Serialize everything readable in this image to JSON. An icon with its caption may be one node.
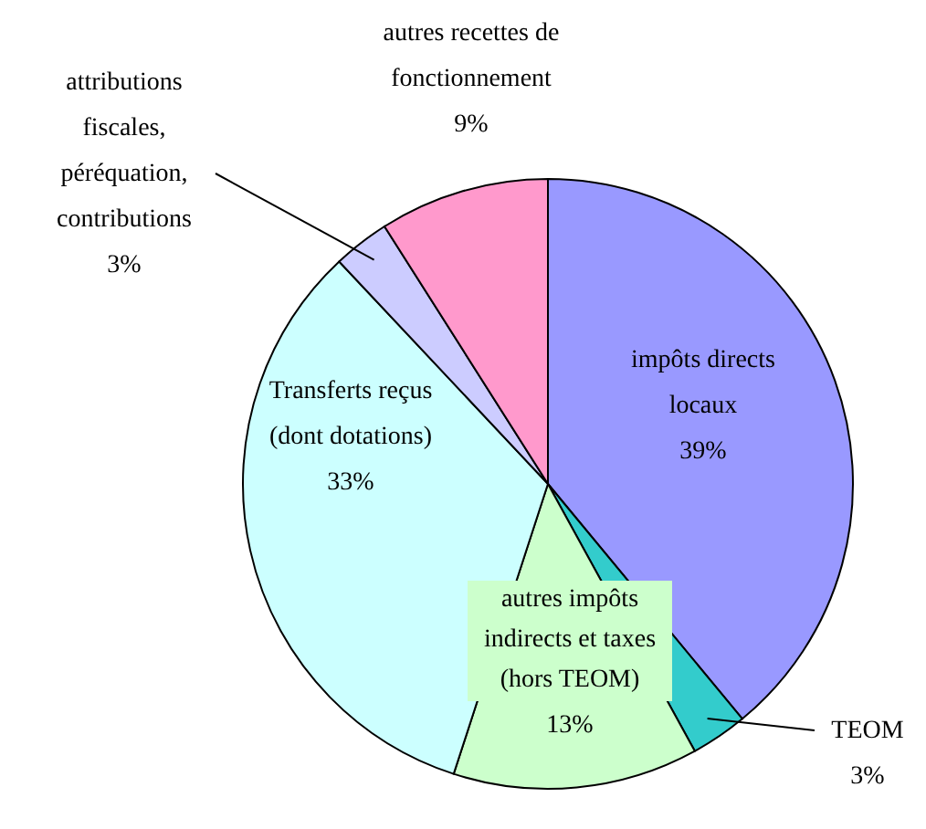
{
  "diagram": {
    "chart_data": {
      "type": "pie",
      "categories": [
        "impôts directs locaux",
        "TEOM",
        "autres impôts indirects et taxes (hors TEOM)",
        "Transferts reçus (dont dotations)",
        "attributions fiscales, péréquation, contributions",
        "autres recettes de fonctionnement"
      ],
      "series": [
        {
          "colors": [
            "#9999ff",
            "#33cccc",
            "#ccffcc",
            "#ccffff",
            "#ccccff",
            "#ff99cc"
          ],
          "values": [
            39,
            3,
            13,
            33,
            3,
            9
          ]
        }
      ],
      "value_labels": [
        "39%",
        "3%",
        "13%",
        "33%",
        "3%",
        "9%"
      ]
    }
  }
}
